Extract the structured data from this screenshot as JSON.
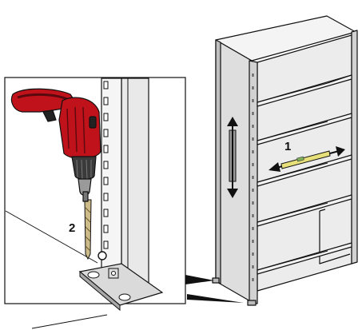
{
  "callouts": {
    "step1": "1",
    "step2": "2"
  },
  "colors": {
    "line": "#111111",
    "panel": "#e6e6e6",
    "panel_dark": "#c9c9c9",
    "drill_red": "#c0121b",
    "drill_dark": "#5a0a0e",
    "drill_black": "#222222",
    "bit": "#cdbb8a",
    "level_yellow": "#e7e07a",
    "floor": "#f1f1f1"
  },
  "icons": {
    "shelf": "shelving-unit",
    "drill": "power-drill",
    "level": "spirit-level",
    "adjust": "vertical-double-arrow"
  }
}
